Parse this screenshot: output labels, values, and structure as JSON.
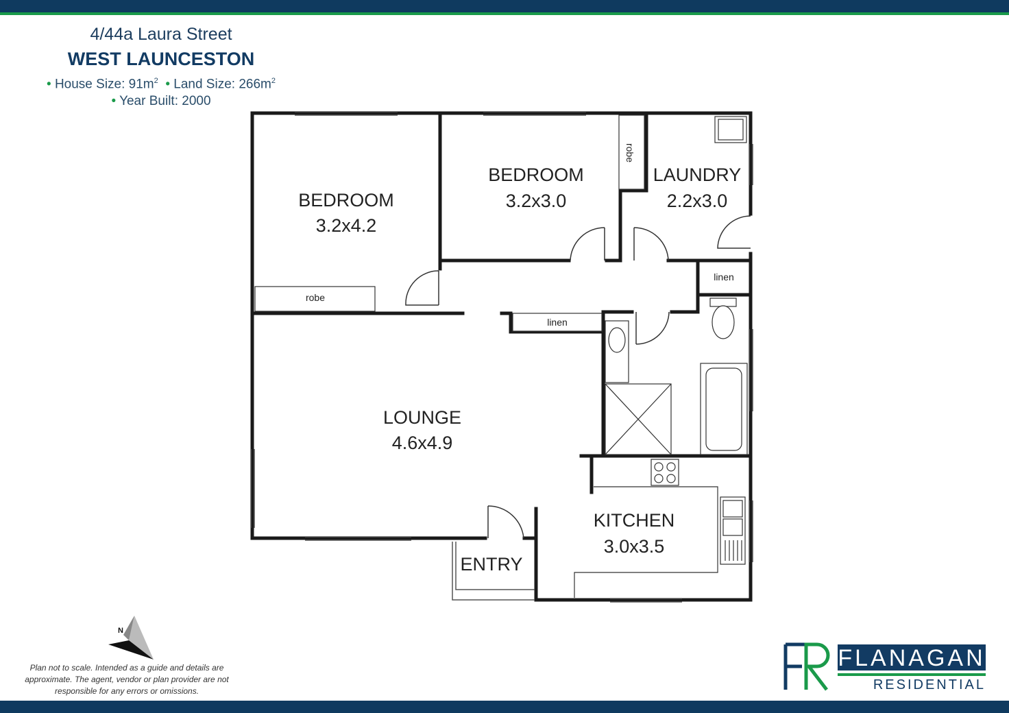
{
  "header": {
    "address": "4/44a Laura Street",
    "suburb": "WEST LAUNCESTON",
    "house_size_label": "House Size: 91m",
    "land_size_label": "Land Size: 266m",
    "area_superscript": "2",
    "year_built_label": "Year Built: 2000"
  },
  "rooms": {
    "bedroom1_name": "BEDROOM",
    "bedroom1_size": "3.2x4.2",
    "bedroom2_name": "BEDROOM",
    "bedroom2_size": "3.2x3.0",
    "laundry_name": "LAUNDRY",
    "laundry_size": "2.2x3.0",
    "lounge_name": "LOUNGE",
    "lounge_size": "4.6x4.9",
    "kitchen_name": "KITCHEN",
    "kitchen_size": "3.0x3.5",
    "entry_name": "ENTRY"
  },
  "fixtures": {
    "robe_bedroom1": "robe",
    "robe_bedroom2": "robe",
    "linen_hall": "linen",
    "linen_laundry": "linen"
  },
  "compass": {
    "north_label": "N"
  },
  "disclaimer": "Plan not to scale. Intended as a guide and details are approximate. The agent, vendor or plan provider are not responsible for any errors or omissions.",
  "brand": {
    "monogram": "FR",
    "name": "FLANAGAN",
    "subtitle": "RESIDENTIAL",
    "colors": {
      "navy": "#123b63",
      "green": "#1a9a4a"
    }
  }
}
